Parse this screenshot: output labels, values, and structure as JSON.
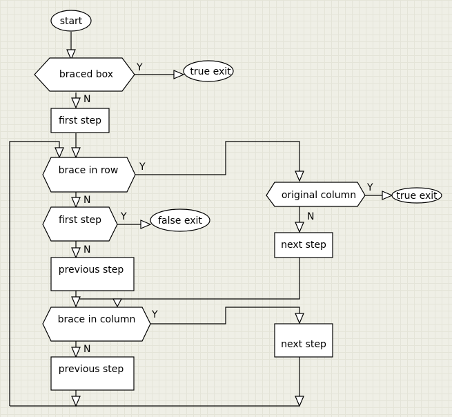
{
  "nodes": {
    "start": "start",
    "braced_box": "braced box",
    "true_exit_1": "true exit",
    "first_step_1": "first step",
    "brace_in_row": "brace in row",
    "first_step_2": "first step",
    "false_exit": "false exit",
    "previous_step_1": "previous step",
    "original_column": "original column",
    "true_exit_2": "true exit",
    "next_step_1": "next step",
    "brace_in_column": "brace in column",
    "next_step_2": "next step",
    "previous_step_2": "previous step"
  },
  "edge_labels": {
    "yes": "Y",
    "no": "N"
  },
  "colors": {
    "background": "#efefe6",
    "grid": "#e4e4d8",
    "shape_fill": "#ffffff",
    "stroke": "#000000"
  }
}
